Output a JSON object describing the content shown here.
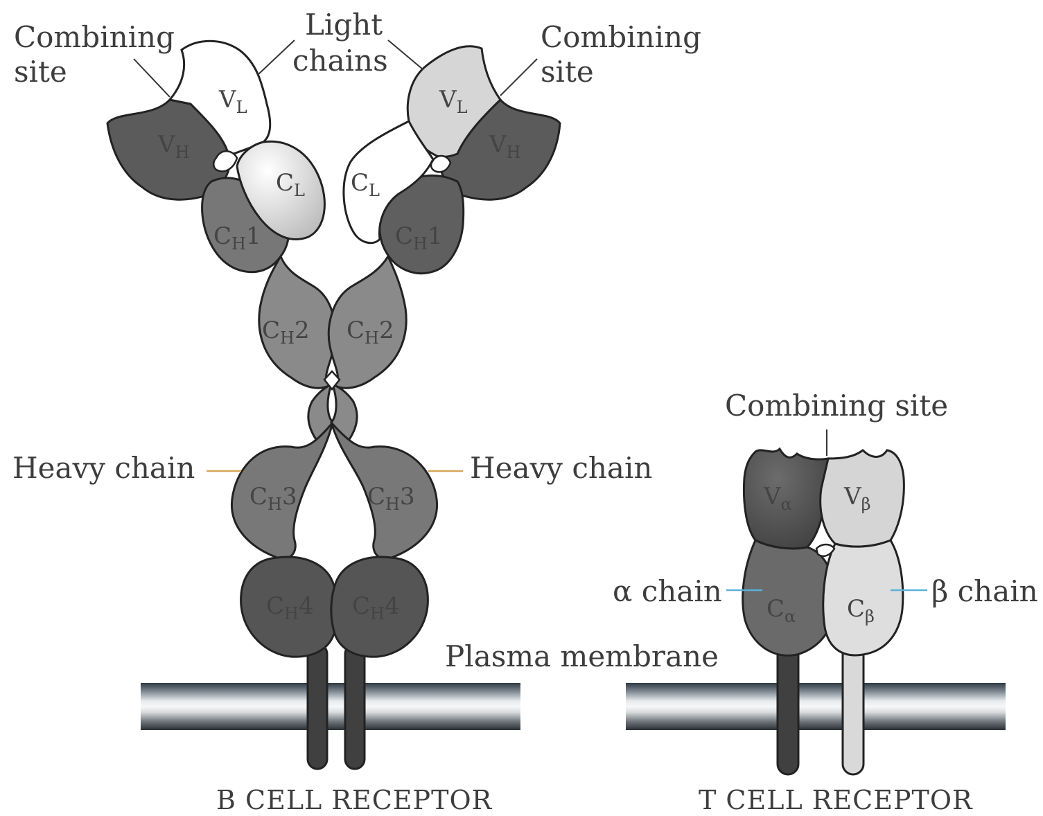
{
  "bcr": {
    "title": "B CELL RECEPTOR",
    "combining_site_left_1": "Combining",
    "combining_site_left_2": "site",
    "light_chains_1": "Light",
    "light_chains_2": "chains",
    "combining_site_right_1": "Combining",
    "combining_site_right_2": "site",
    "heavy_chain_left": "Heavy chain",
    "heavy_chain_right": "Heavy chain",
    "domains": {
      "V": "V",
      "C": "C",
      "sub_L": "L",
      "sub_H": "H",
      "ch1": "1",
      "ch2": "2",
      "ch3": "3",
      "ch4": "4"
    }
  },
  "membrane_label": "Plasma membrane",
  "tcr": {
    "title": "T CELL RECEPTOR",
    "combining_site": "Combining site",
    "alpha_chain": "α chain",
    "beta_chain": "β chain",
    "domains": {
      "V": "V",
      "C": "C",
      "sub_alpha": "α",
      "sub_beta": "β"
    }
  },
  "colors": {
    "heavy_dark": "#5e5e5e",
    "heavy_mid": "#7a7a7a",
    "light_white": "#ffffff",
    "light_grey": "#c9c9c9",
    "tcr_alpha": "#5a5a5a",
    "tcr_beta": "#d2d2d2",
    "leader_tan": "#d9a55a",
    "leader_blue": "#5ab0d8"
  }
}
